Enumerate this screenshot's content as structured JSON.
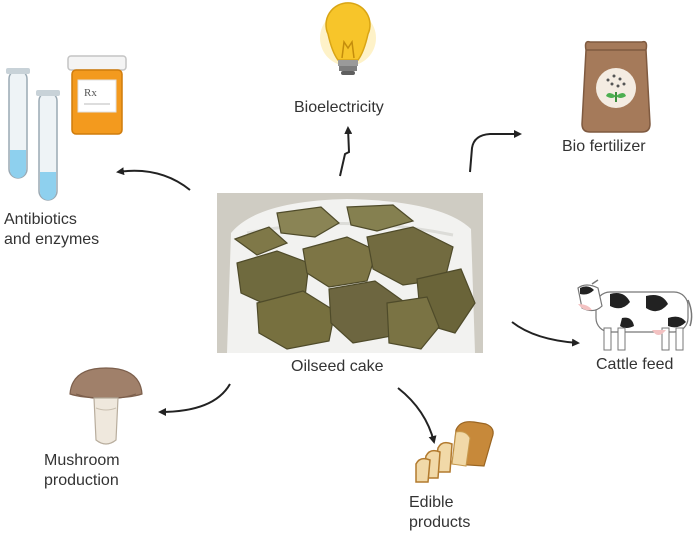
{
  "diagram": {
    "center": {
      "label": "Oilseed cake"
    },
    "nodes": [
      {
        "id": "bioelectricity",
        "label": "Bioelectricity",
        "icon": "light-bulb-icon"
      },
      {
        "id": "bio-fertilizer",
        "label": "Bio fertilizer",
        "icon": "fertilizer-bag-icon"
      },
      {
        "id": "antibiotics",
        "label_lines": [
          "Antibiotics",
          "and enzymes"
        ],
        "icon": "test-tubes-and-pill-bottle-icon"
      },
      {
        "id": "cattle-feed",
        "label": "Cattle feed",
        "icon": "cow-icon"
      },
      {
        "id": "mushroom",
        "label_lines": [
          "Mushroom",
          "production"
        ],
        "icon": "mushroom-icon"
      },
      {
        "id": "edible",
        "label_lines": [
          "Edible",
          "products"
        ],
        "icon": "bread-icon"
      }
    ]
  },
  "colors": {
    "arrow": "#222222",
    "text": "#333333",
    "bulb": "#f7c52a",
    "bottle": "#f39a1e",
    "bag": "#a57a5a",
    "cake": "#6f6a3e"
  }
}
